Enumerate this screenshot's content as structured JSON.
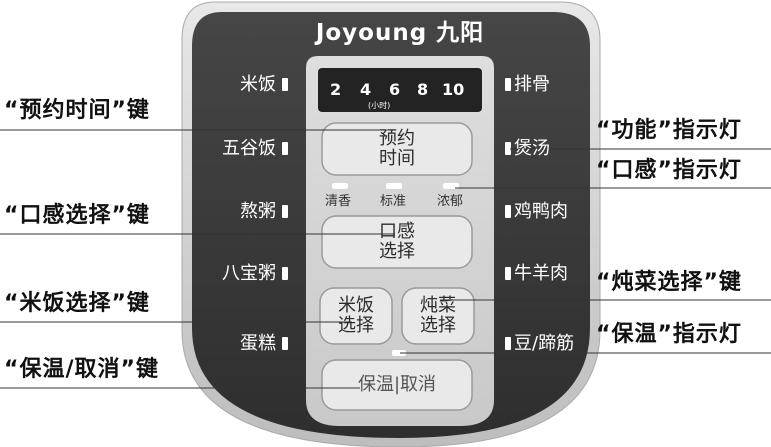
{
  "brand": "Joyoung 九阳",
  "callouts": {
    "reserve_time_key": "“预约时间”键",
    "function_indicator": "“功能”指示灯",
    "taste_indicator": "“口感”指示灯",
    "taste_select_key": "“口感选择”键",
    "stew_select_key": "“炖菜选择”键",
    "rice_select_key": "“米饭选择”键",
    "keep_warm_indicator": "“保温”指示灯",
    "keep_warm_cancel_key": "“保温/取消”键"
  },
  "functions_left": [
    "米饭",
    "五谷饭",
    "熬粥",
    "八宝粥",
    "蛋糕"
  ],
  "functions_right": [
    "排骨",
    "煲汤",
    "鸡鸭肉",
    "牛羊肉",
    "豆/蹄筋"
  ],
  "hour_display": {
    "values": [
      "2",
      "4",
      "6",
      "8",
      "10"
    ],
    "unit": "(小时)"
  },
  "taste_levels": [
    "清香",
    "标准",
    "浓郁"
  ],
  "buttons": {
    "reserve_line1": "预约",
    "reserve_line2": "时间",
    "taste_line1": "口感",
    "taste_line2": "选择",
    "rice_line1": "米饭",
    "rice_line2": "选择",
    "stew_line1": "炖菜",
    "stew_line2": "选择",
    "keep_warm_cancel": "保温|取消"
  },
  "colors": {
    "panel_dark": "#3a3a3a",
    "panel_rim": "#d9d9d9",
    "button_area": "#d4d4d4",
    "callout_line": "#333333",
    "indicator": "#ffffff"
  }
}
